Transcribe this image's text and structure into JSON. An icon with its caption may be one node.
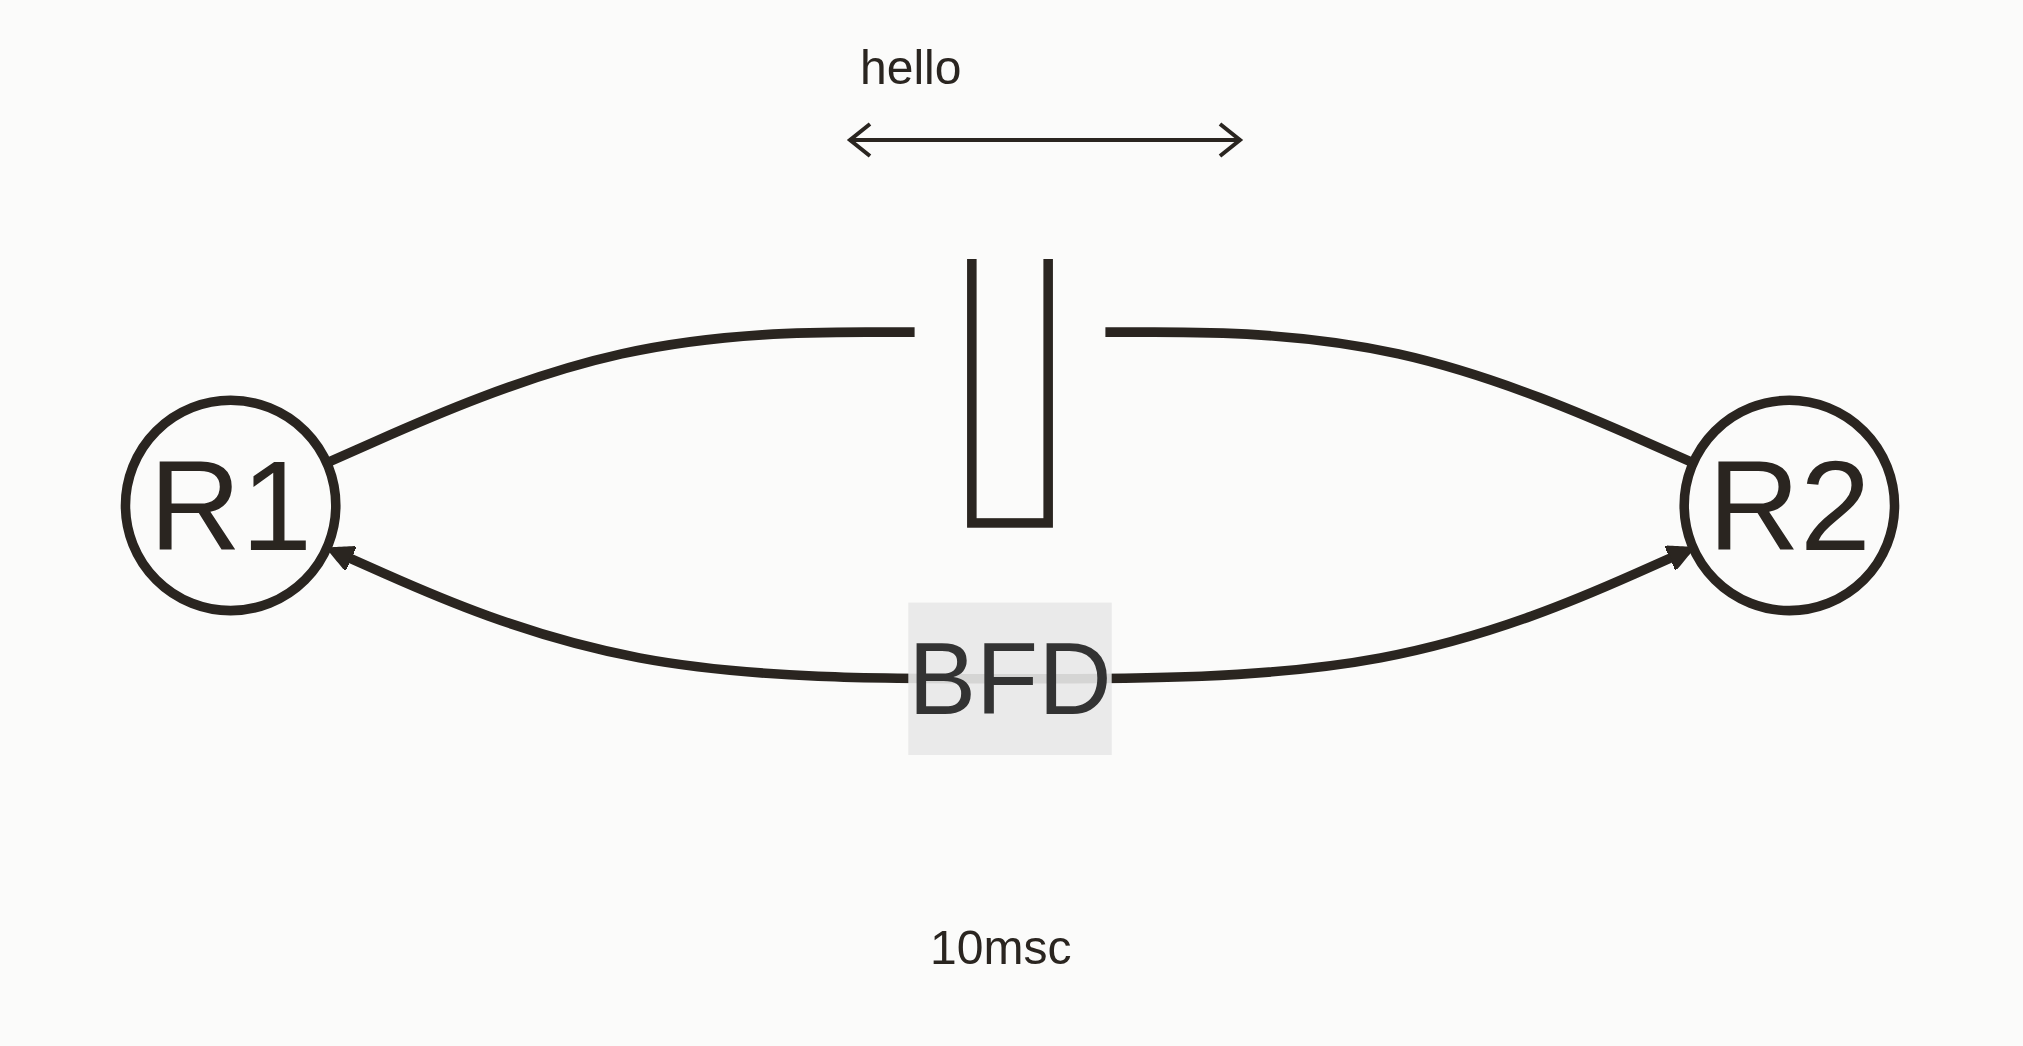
{
  "diagram": {
    "nodes": [
      {
        "text": [
          "R1"
        ]
      },
      {
        "text": [],
        "shape": "bar"
      },
      {
        "text": [
          "R2"
        ]
      }
    ],
    "edges": [
      {
        "from": 0,
        "to": 1,
        "arrow": "none"
      },
      {
        "from": 1,
        "to": 2,
        "arrow": "none"
      },
      {
        "from": 0,
        "to": 2,
        "arrow": "both",
        "label": "BFD"
      }
    ],
    "labels": [
      "hello",
      "10msc"
    ]
  }
}
